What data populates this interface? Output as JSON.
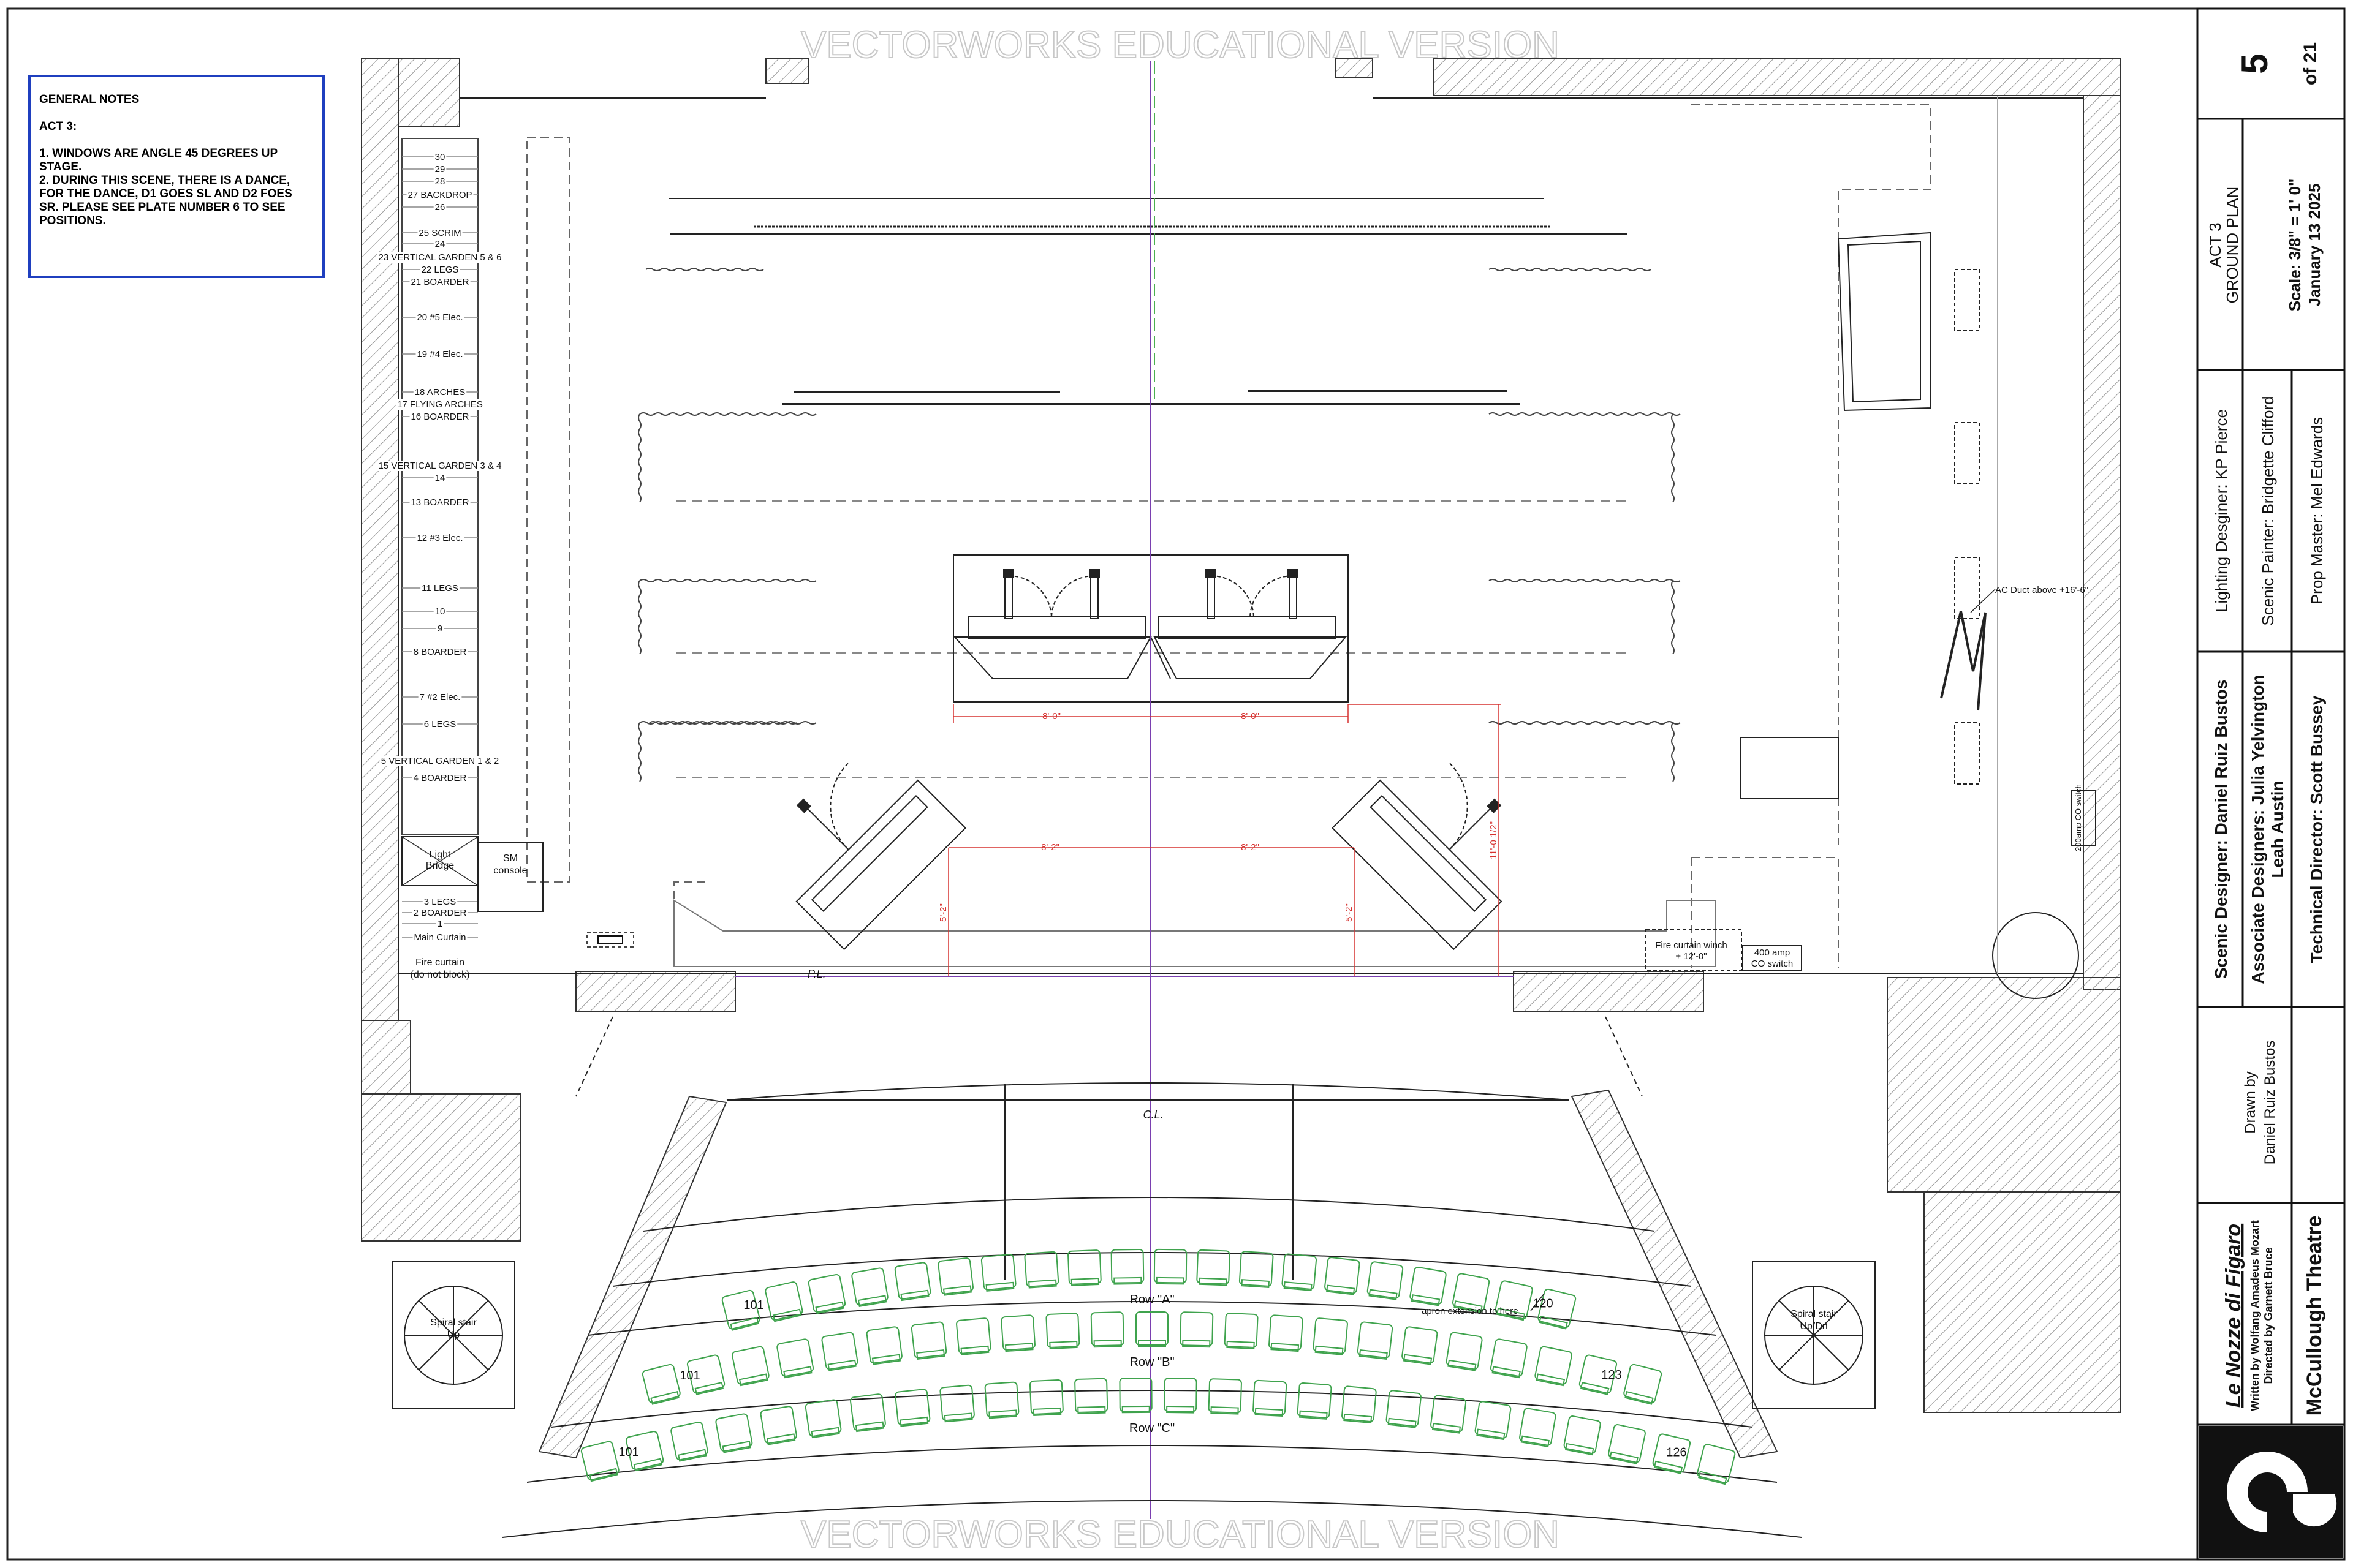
{
  "watermark": "VECTORWORKS EDUCATIONAL VERSION",
  "general_notes": {
    "header": "GENERAL NOTES",
    "act": "ACT 3:",
    "lines": [
      "1. WINDOWS ARE ANGLE 45 DEGREES UP STAGE.",
      "2. DURING THIS SCENE, THERE IS A DANCE, FOR THE DANCE, D1 GOES SL AND D2 FOES SR. PLEASE SEE PLATE NUMBER 6 TO SEE POSITIONS."
    ]
  },
  "linesets": [
    {
      "label": "30"
    },
    {
      "label": "29"
    },
    {
      "label": "28"
    },
    {
      "label": "27 BACKDROP"
    },
    {
      "label": "26"
    },
    {
      "label": "25 SCRIM"
    },
    {
      "label": "24"
    },
    {
      "label": "23 VERTICAL GARDEN 5 & 6"
    },
    {
      "label": "22 LEGS"
    },
    {
      "label": "21 BOARDER"
    },
    {
      "label": "20 #5 Elec."
    },
    {
      "label": "19 #4 Elec."
    },
    {
      "label": "18 ARCHES"
    },
    {
      "label": "17 FLYING ARCHES"
    },
    {
      "label": "16 BOARDER"
    },
    {
      "label": "15 VERTICAL GARDEN 3 & 4"
    },
    {
      "label": "14"
    },
    {
      "label": "13 BOARDER"
    },
    {
      "label": "12 #3 Elec."
    },
    {
      "label": "11 LEGS"
    },
    {
      "label": "10"
    },
    {
      "label": "9"
    },
    {
      "label": "8 BOARDER"
    },
    {
      "label": "7 #2 Elec."
    },
    {
      "label": "6 LEGS"
    },
    {
      "label": "5 VERTICAL GARDEN 1 & 2"
    },
    {
      "label": "4 BOARDER"
    },
    {
      "label": "3 LEGS"
    },
    {
      "label": "2 BOARDER"
    },
    {
      "label": "1"
    },
    {
      "label": "Main  Curtain"
    }
  ],
  "stage_labels": {
    "light_bridge": "Light Bridge",
    "sm_console": "SM console",
    "fire_curtain": "Fire curtain (do not block)",
    "fire_curtain_winch": "Fire curtain winch + 12'-0\"",
    "amp_400": "400 amp CO switch",
    "amp_200": "200amp CO switch",
    "ac_duct": "AC Duct above +16'-6\"",
    "pl": "P.L.",
    "cl": "C.L.",
    "spiral_up": "Spiral stair Up",
    "spiral_updn": "Spiral stair Up/Dn",
    "apron_ext": "apron extension to here"
  },
  "dimensions": {
    "platform_left": "8'-0\"",
    "platform_right": "8'-0\"",
    "window_left": "8'-2\"",
    "window_right": "8'-2\"",
    "depth_left": "5'-2\"",
    "depth_right": "5'-2\"",
    "depth_total": "11'-0 1/2\""
  },
  "seating": {
    "rows": [
      {
        "label": "Row \"A\"",
        "first": "101",
        "last": "120",
        "count": 20
      },
      {
        "label": "Row \"B\"",
        "first": "101",
        "last": "123",
        "count": 23
      },
      {
        "label": "Row \"C\"",
        "first": "101",
        "last": "126",
        "count": 26
      }
    ],
    "seat_color": "#3fa34d"
  },
  "title_block": {
    "sheet_number": "5",
    "sheet_of": "of 21",
    "act": "ACT 3",
    "plan": "GROUND PLAN",
    "scale": "Scale: 3/8\" = 1' 0\"",
    "date": "January 13  2025",
    "lighting": "Lighting Desginer: KP Pierce",
    "painter": "Scenic Painter: Bridgette Clifford",
    "prop": "Prop Master: Mel Edwards",
    "scenic": "Scenic Designer: Daniel Ruiz Bustos",
    "associate_1": "Associate Designers: Julia Yelvington",
    "associate_2": "Leah Austin",
    "td": "Technical Director: Scott Bussey",
    "drawn_1": "Drawn by",
    "drawn_2": "Daniel Ruiz Bustos",
    "show": "Le Nozze di Figaro",
    "credit_1": "Written by Wolfang Amadeus Mozart",
    "credit_2": "Directed by Garnett Bruce",
    "venue": "McCullough Theatre"
  },
  "colors": {
    "ink": "#111111",
    "dimension": "#d6312f",
    "centerline": "#7a3fb0",
    "centerline_green": "#4caf50",
    "notes_border": "#1f3fbf",
    "seats": "#3fa34d"
  }
}
